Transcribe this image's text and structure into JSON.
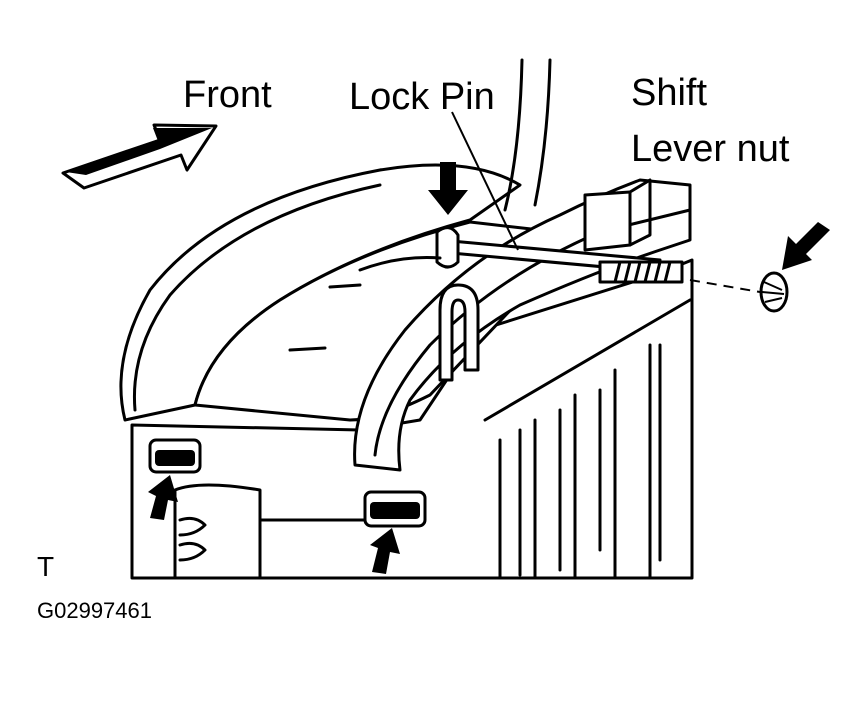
{
  "labels": {
    "front": "Front",
    "lock_pin": "Lock Pin",
    "shift_line1": "Shift",
    "shift_line2": "Lever nut",
    "view_marker": "T",
    "figure_code": "G02997461"
  }
}
